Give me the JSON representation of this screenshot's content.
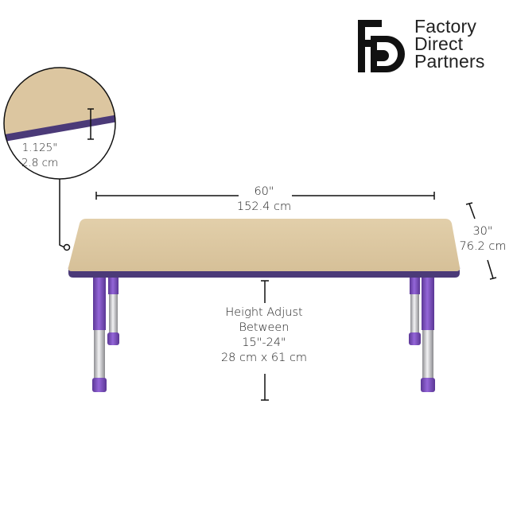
{
  "brand": {
    "name_lines": [
      "Factory",
      "Direct",
      "Partners"
    ],
    "logo_monogram": "FP",
    "logo_color": "#111111"
  },
  "detail_callout": {
    "thickness_in": "1.125\"",
    "thickness_cm": "2.8 cm",
    "edge_color": "#4b3a78"
  },
  "dimensions": {
    "width_in": "60\"",
    "width_cm": "152.4 cm",
    "depth_in": "30\"",
    "depth_cm": "76.2 cm",
    "height_line1": "Height Adjust",
    "height_line2": "Between",
    "height_range_in": "15\"-24\"",
    "height_range_cm": "28 cm x 61 cm"
  },
  "product": {
    "top_color": "#dcc7a0",
    "edge_color": "#4b3a78",
    "leg_color": "#7b4fc0",
    "chrome_color": "#b8b8bc"
  }
}
